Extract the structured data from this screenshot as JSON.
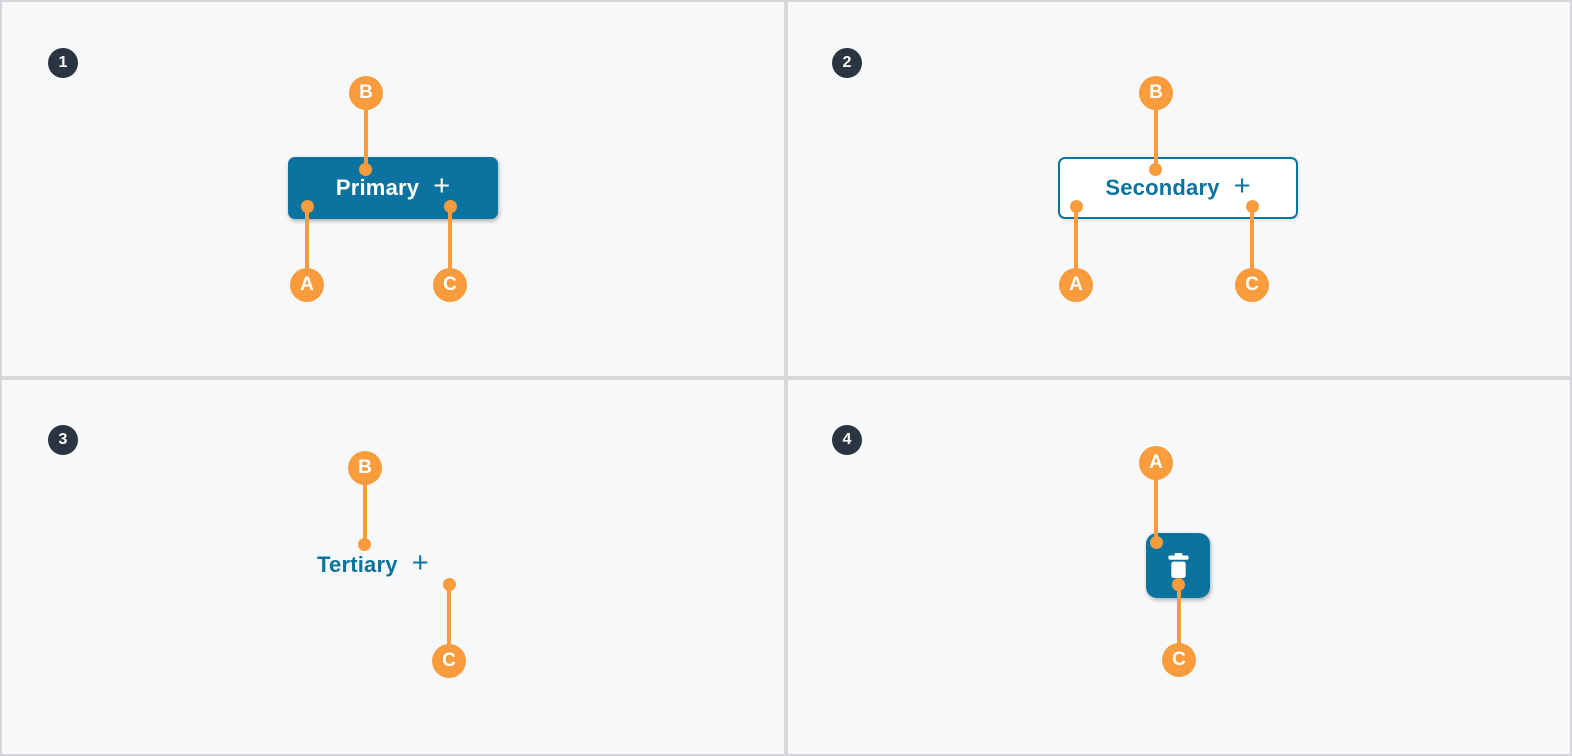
{
  "colors": {
    "teal": "#0B739F",
    "orange": "#F89C3D",
    "badge": "#2B3441",
    "panel_bg": "#F7F8F9",
    "divider": "#D8D8D8"
  },
  "panels": [
    {
      "number": "1",
      "button": {
        "label": "Primary",
        "icon_glyph": "+"
      },
      "markers": {
        "a": "A",
        "b": "B",
        "c": "C"
      }
    },
    {
      "number": "2",
      "button": {
        "label": "Secondary",
        "icon_glyph": "+"
      },
      "markers": {
        "a": "A",
        "b": "B",
        "c": "C"
      }
    },
    {
      "number": "3",
      "button": {
        "label": "Tertiary",
        "icon_glyph": "+"
      },
      "markers": {
        "b": "B",
        "c": "C"
      }
    },
    {
      "number": "4",
      "button": {
        "icon": "trash-icon"
      },
      "markers": {
        "a": "A",
        "c": "C"
      }
    }
  ]
}
